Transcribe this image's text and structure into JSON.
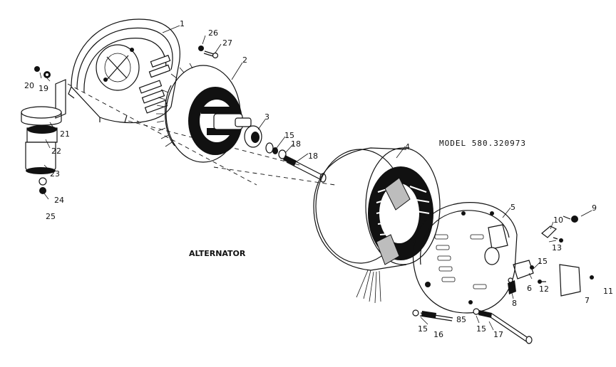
{
  "diagram": {
    "model_label": "MODEL 580.320973",
    "caption": "ALTERNATOR",
    "part_numbers": {
      "p1": "1",
      "p2": "2",
      "p3": "3",
      "p4": "4",
      "p5": "5",
      "p6": "6",
      "p7": "7",
      "p8": "8",
      "p9": "9",
      "p10": "10",
      "p11": "11",
      "p12": "12",
      "p13": "13",
      "p15_a": "15",
      "p15_b": "15",
      "p15_c": "15",
      "p15_d": "15",
      "p16": "16",
      "p17": "17",
      "p18_a": "18",
      "p18_b": "18",
      "p19": "19",
      "p20": "20",
      "p21": "21",
      "p22": "22",
      "p23": "23",
      "p24": "24",
      "p25": "25",
      "p26": "26",
      "p27": "27",
      "p85": "85"
    }
  }
}
